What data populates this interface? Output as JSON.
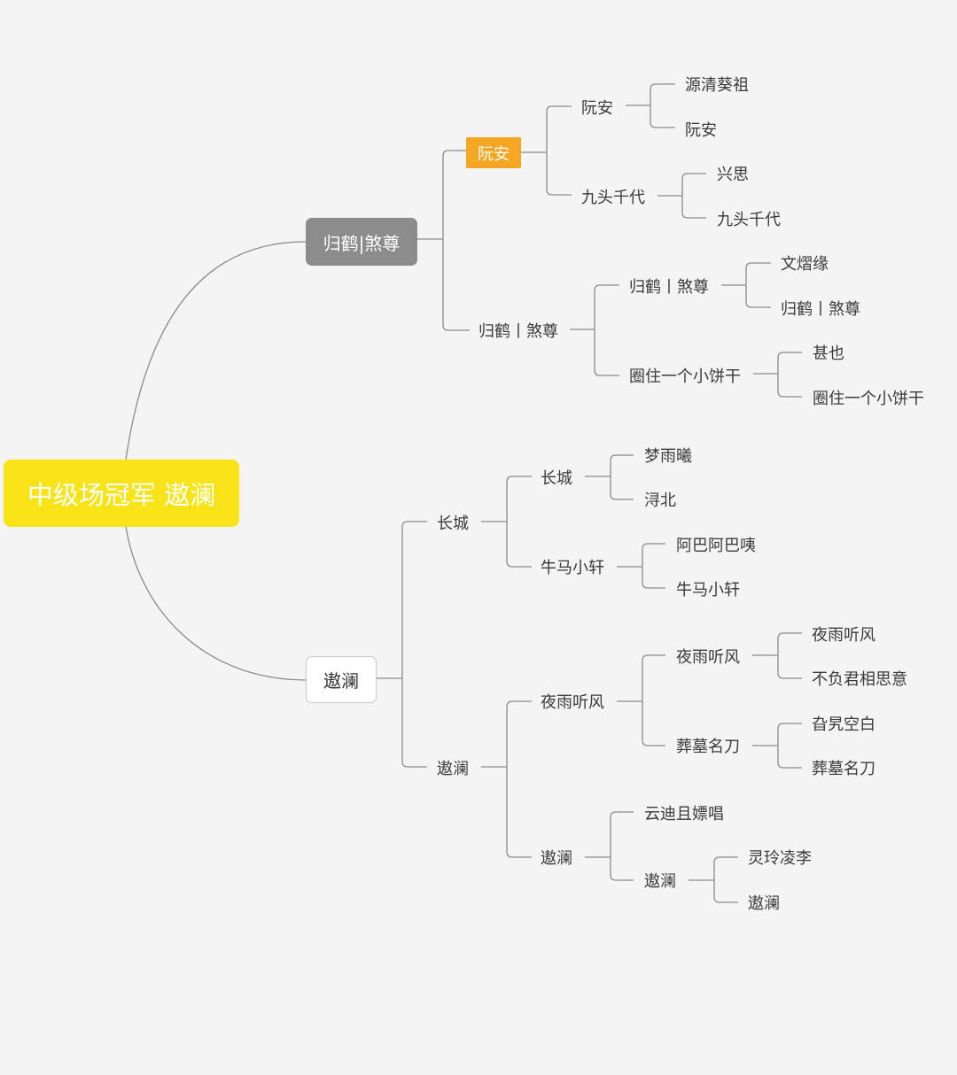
{
  "colors": {
    "background": "#f4f4f4",
    "root": "#f8e318",
    "branch_gray": "#8c8c8c",
    "highlight": "#f5a623",
    "line": "#8a8a8a"
  },
  "root": {
    "label": "中级场冠军 遨澜"
  },
  "branch_top": {
    "label": "归鹤|煞尊",
    "children": [
      {
        "label": "阮安",
        "children": [
          {
            "label": "阮安",
            "children": [
              "源清葵祖",
              "阮安"
            ]
          },
          {
            "label": "九头千代",
            "children": [
              "兴思",
              "九头千代"
            ]
          }
        ]
      },
      {
        "label": "归鹤丨煞尊",
        "children": [
          {
            "label": "归鹤丨煞尊",
            "children": [
              "文熠缘",
              "归鹤丨煞尊"
            ]
          },
          {
            "label": "圈住一个小饼干",
            "children": [
              "甚也",
              "圈住一个小饼干"
            ]
          }
        ]
      }
    ]
  },
  "branch_bottom": {
    "label": "遨澜",
    "children": [
      {
        "label": "长城",
        "children": [
          {
            "label": "长城",
            "children": [
              "梦雨曦",
              "浔北"
            ]
          },
          {
            "label": "牛马小轩",
            "children": [
              "阿巴阿巴咦",
              "牛马小轩"
            ]
          }
        ]
      },
      {
        "label": "遨澜",
        "children": [
          {
            "label": "夜雨听风",
            "children": [
              {
                "label": "夜雨听风",
                "children": [
                  "夜雨听风",
                  "不负君相思意"
                ]
              },
              {
                "label": "葬墓名刀",
                "children": [
                  "旮旯空白",
                  "葬墓名刀"
                ]
              }
            ]
          },
          {
            "label": "遨澜",
            "children": [
              "云迪且嫖唱",
              {
                "label": "遨澜",
                "children": [
                  "灵玲凌李",
                  "遨澜"
                ]
              }
            ]
          }
        ]
      }
    ]
  }
}
